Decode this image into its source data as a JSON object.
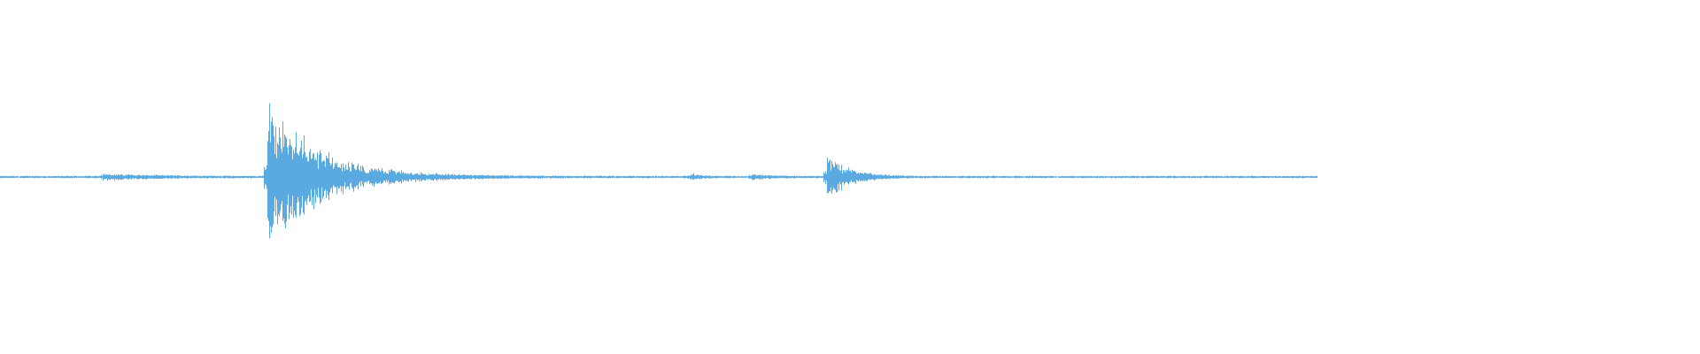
{
  "waveform": {
    "color": "#5aa9e0",
    "background": "#ffffff",
    "duration_fraction_drawn": 0.775,
    "bursts": [
      {
        "position": 0.06,
        "amplitude": 0.02,
        "decay": 0.03
      },
      {
        "position": 0.157,
        "amplitude": 0.48,
        "decay": 0.03
      },
      {
        "position": 0.406,
        "amplitude": 0.02,
        "decay": 0.006
      },
      {
        "position": 0.442,
        "amplitude": 0.015,
        "decay": 0.012
      },
      {
        "position": 0.486,
        "amplitude": 0.16,
        "decay": 0.012
      }
    ]
  }
}
